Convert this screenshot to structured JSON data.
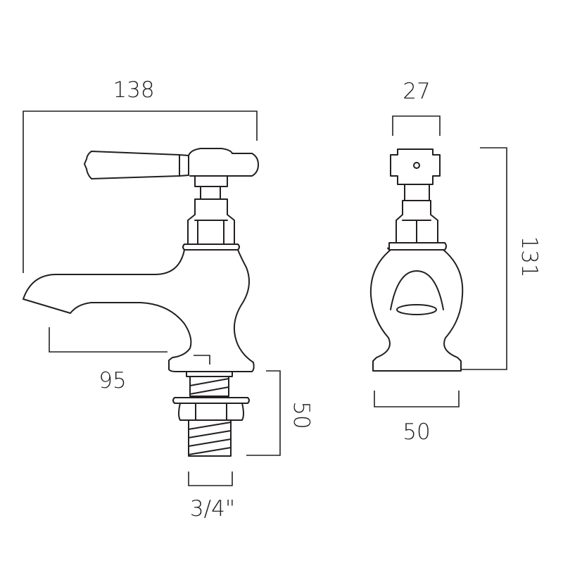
{
  "dimensions": {
    "overall_length": "138",
    "spout_reach": "95",
    "shank_length": "50",
    "thread_size": "3/4\"",
    "handle_width": "27",
    "overall_height": "131",
    "base_width": "50"
  },
  "colors": {
    "line": "#231f20",
    "background": "#ffffff"
  }
}
